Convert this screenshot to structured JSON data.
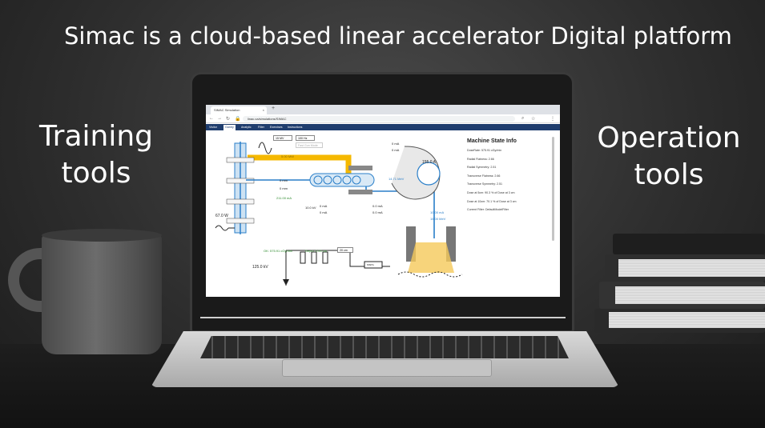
{
  "headline": "Simac is a cloud-based linear accelerator Digital platform",
  "left_label": [
    "Training",
    "tools"
  ],
  "right_label": [
    "Operation",
    "tools"
  ],
  "browser": {
    "tab_title": "SIMAC Simulation",
    "tab_close": "×",
    "new_tab": "+",
    "url": "linac.ca/simulations/SIMAC",
    "nav_tabs": [
      "Visitor",
      "Gantry",
      "Analytic",
      "Filter",
      "Exercises",
      "Instructions"
    ]
  },
  "app": {
    "energy_select": "15 MV",
    "rate_select": "100 Hz",
    "disabled_select": "Fast Gun Mode",
    "depth_select": "20 cm",
    "labels": {
      "voltage_left": "67.0 W",
      "voltage_bottom": "125.0 kV",
      "kv_center": "10.0 kV",
      "min1": "0 mm",
      "min2": "0 mm",
      "ma_top1": "0 mA",
      "ma_top2": "0 mA",
      "ma_mid1": "0 mA",
      "ma_mid2": "0 mA",
      "ma_right1": "0.0 mA",
      "ma_right2": "0.0 mA",
      "green_mid": "211.00 mA",
      "green_ok": "OK: 575.91 cGy/min",
      "green_depth": "Depth: 0.00 cm",
      "yellow_mw": "5.00 MW",
      "blue_mev": "14.71 MeV",
      "blue_a": "155.0 A",
      "blue_low1": "10.00 mA",
      "blue_low2": "15.00 MeV",
      "ctrl": "MSPG"
    }
  },
  "machine_state": {
    "title": "Machine State Info",
    "lines": [
      "DoseRate: 575.91 cGy/min",
      "Radial Flatness: 2.66",
      "Radial Symmetry: 2.51",
      "Transverse Flatness: 2.66",
      "Transverse Symmetry: 2.51",
      "Dose at 5cm: 90.3 % of Dose at 3 cm",
      "Dose at 10cm: 70.1 % of Dose at 3 cm",
      "Current Filter: DefaultModelFilter"
    ]
  },
  "colors": {
    "nav": "#1f3d6e",
    "beam_blue": "#2a7fc9",
    "waveguide_yellow": "#f5b800",
    "green_text": "#2c8a2c"
  }
}
